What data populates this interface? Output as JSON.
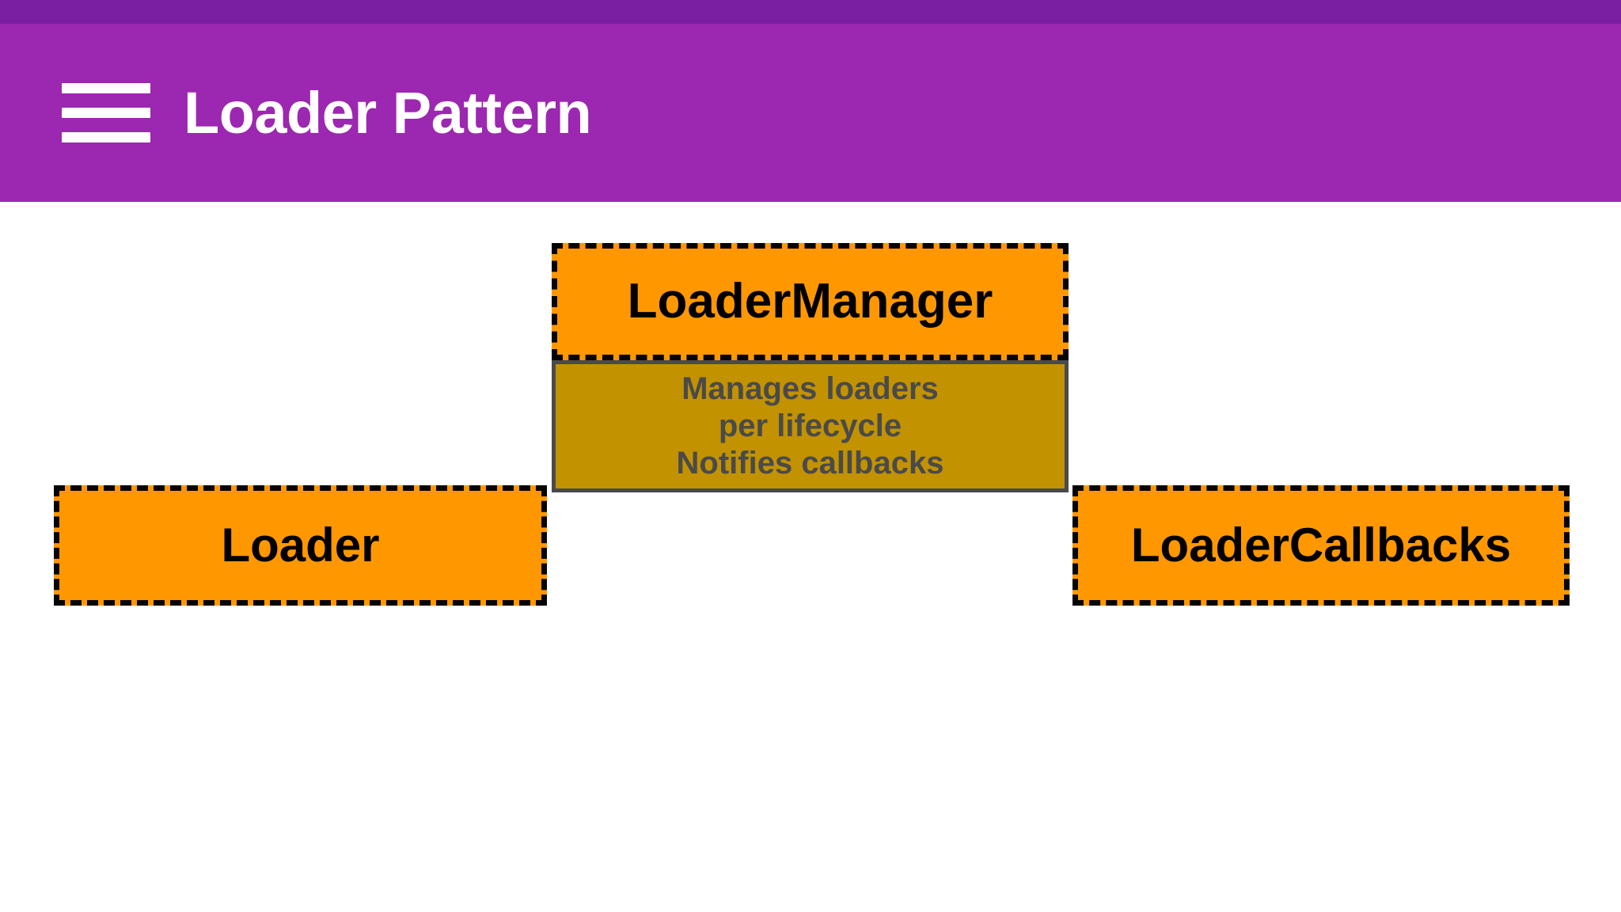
{
  "app": {
    "title": "Loader Pattern",
    "menu_icon": "hamburger-menu-icon",
    "status_bar_color": "#7B1FA2",
    "app_bar_color": "#9C27B0",
    "title_color": "#FFFFFF",
    "accent_line_color": "#3F8FA5"
  },
  "diagram": {
    "type": "class-relationship-diagram",
    "background_color": "#FFFFFF",
    "node_fill_color": "#FF9800",
    "node_border_color": "#050505",
    "node_border_style": "dashed",
    "detail_fill_color": "#C29200",
    "detail_border_color": "#4A4A4A",
    "detail_text_color": "#4A4A4A",
    "nodes": [
      {
        "id": "loadermanager",
        "label": "LoaderManager",
        "detail_lines": [
          "Manages loaders",
          "per lifecycle",
          "Notifies callbacks"
        ]
      },
      {
        "id": "loader",
        "label": "Loader",
        "detail_lines": []
      },
      {
        "id": "loadercallbacks",
        "label": "LoaderCallbacks",
        "detail_lines": []
      }
    ]
  }
}
